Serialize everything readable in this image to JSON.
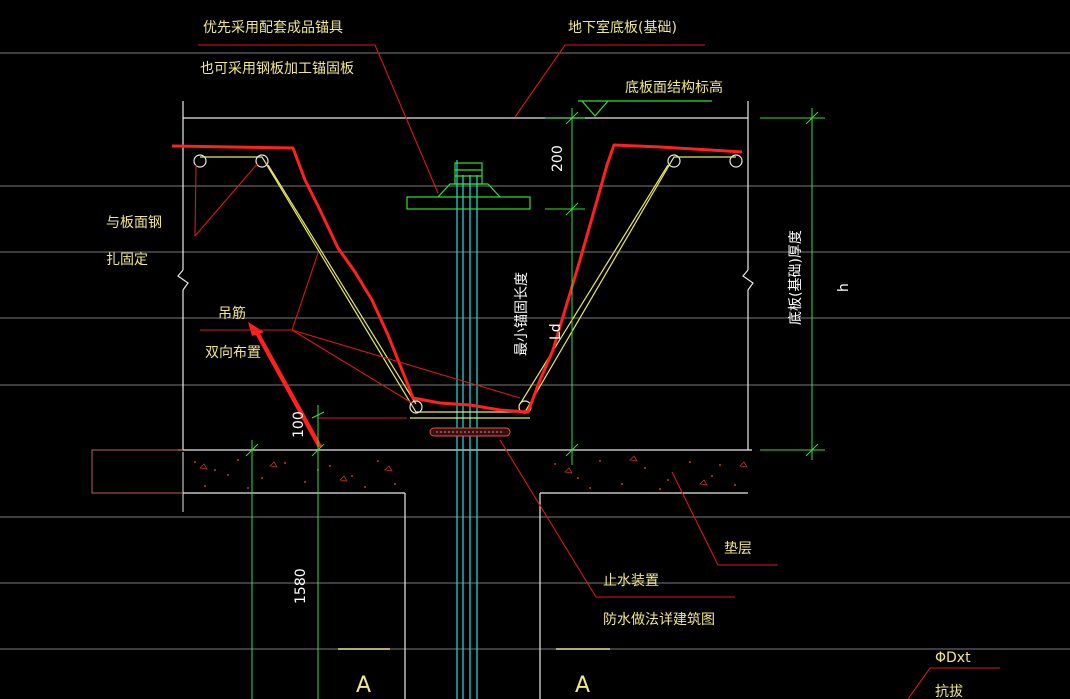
{
  "labels": {
    "anchor_pref": "优先采用配套成品锚具",
    "anchor_alt": "也可采用钢板加工锚固板",
    "basement_slab": "地下室底板(基础)",
    "slab_level": "底板面结构标高",
    "tie_line1": "与板面钢",
    "tie_line2": "扎固定",
    "hanger_line1": "吊筋",
    "hanger_line2": "双向布置",
    "min_anchor1": "最小锚固长度",
    "min_anchor2": "Ld",
    "slab_thickness": "底板(基础)厚度",
    "h": "h",
    "cushion": "垫层",
    "waterstop1": "止水装置",
    "waterstop2": "防水做法详建筑图",
    "dim_200": "200",
    "dim_100": "100",
    "dim_1580": "1580",
    "section_a_left": "A",
    "section_a_right": "A",
    "pile_spec": "ΦDxt",
    "pile_type": "抗拔"
  },
  "colors": {
    "background": "#000000",
    "text": "#f0e68c",
    "red": "#ff2020",
    "green": "#34e034",
    "cyan": "#20e0e0",
    "yellow": "#e8e860",
    "white": "#e8e8e8",
    "gray": "#9a9a9a",
    "darkred": "#c00000"
  }
}
